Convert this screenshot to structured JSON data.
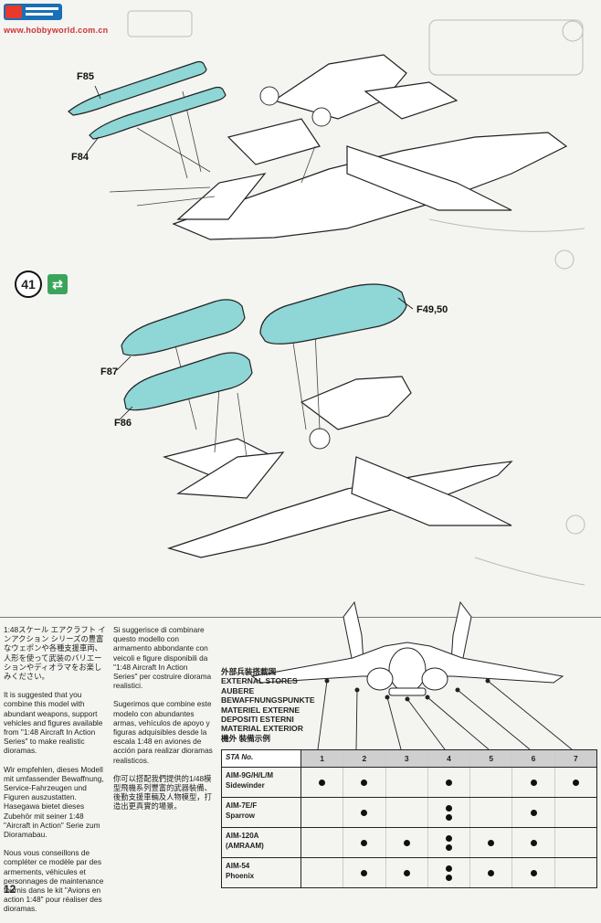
{
  "watermark": {
    "site": "www.hobbyworld.com.cn"
  },
  "figure": {
    "step_number": "41",
    "labels": {
      "f85": "F85",
      "f84": "F84",
      "f4950": "F49,50",
      "f87": "F87",
      "f86": "F86"
    }
  },
  "text": {
    "col1": [
      "1:48スケール エアクラフト インアクション シリーズの豊富なウェポンや各種支援車両、人形を使って武装のバリエーションやディオラマをお楽しみください。",
      "It is suggested that you combine this model with abundant weapons, support vehicles and figures available from \"1:48 Aircraft In Action Series\" to make realistic dioramas.",
      "Wir empfehlen, dieses Modell mit umfassender Bewaffnung, Service-Fahrzeugen und Figuren auszustatten. Hasegawa bietet dieses Zubehör mit seiner 1:48 \"Aircraft in Action\" Serie zum Dioramabau.",
      "Nous vous conseillons de compléter ce modèle par des armements, véhicules et personnages de maintenance fournis dans le kit \"Avions en action 1:48\" pour réaliser des dioramas."
    ],
    "col2": [
      "Si suggerisce di combinare questo modello con armamento abbondante con veicoli e figure disponibili da \"1:48 Aircraft In Action Series\" per costruire diorama realistici.",
      "Sugerimos que combine este modelo con abundantes armas, vehículos de apoyo y figuras adquisibles desde la escala 1:48 en aviones de acción para realizar dioramas realisticos.",
      "你可以搭配我們提供的1/48模型飛機系列豐富的武器裝備、後勤支援車輛及人物模型，打造出更真實的場景。"
    ]
  },
  "stores": {
    "titles": [
      "外部兵装搭載図",
      "EXTERNAL STORES",
      "AUBERE",
      "BEWAFFNUNGSPUNKTE",
      "MATERIEL EXTERNE",
      "DEPOSITI ESTERNI",
      "MATERIAL EXTERIOR",
      "機外 裝備示例"
    ],
    "table": {
      "header_label": "STA No.",
      "stations": [
        "1",
        "2",
        "3",
        "4",
        "5",
        "6",
        "7"
      ],
      "rows": [
        {
          "name": "AIM-9G/H/L/M\nSidewinder",
          "dots": [
            1,
            1,
            0,
            1,
            0,
            1,
            1
          ]
        },
        {
          "name": "AIM-7E/F\nSparrow",
          "dots": [
            0,
            1,
            0,
            2,
            0,
            1,
            0
          ]
        },
        {
          "name": "AIM-120A\n(AMRAAM)",
          "dots": [
            0,
            1,
            1,
            2,
            1,
            1,
            0
          ]
        },
        {
          "name": "AIM-54\nPhoenix",
          "dots": [
            0,
            1,
            1,
            2,
            1,
            1,
            0
          ]
        }
      ]
    }
  },
  "page_number": "12"
}
